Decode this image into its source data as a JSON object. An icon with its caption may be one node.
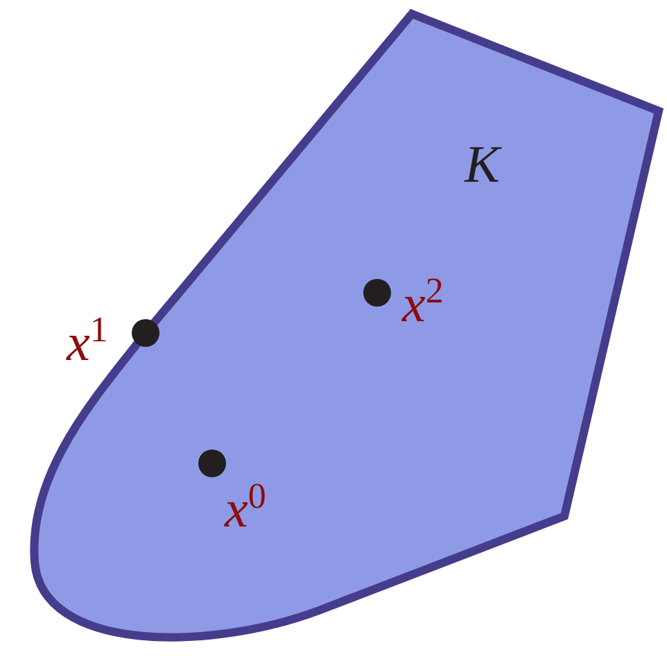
{
  "diagram": {
    "nodes": [
      {
        "text": [
          "K"
        ]
      },
      {
        "text": [],
        "shape": "circle",
        "in": 0,
        "beside": [
          "*x*$^{2}$"
        ]
      },
      {
        "text": [],
        "shape": "circle",
        "in": 0,
        "beside": [
          "*x*$^{1}$"
        ]
      },
      {
        "text": [],
        "shape": "circle",
        "in": 0,
        "beside": [
          "*x*$^{0}$"
        ]
      }
    ]
  }
}
